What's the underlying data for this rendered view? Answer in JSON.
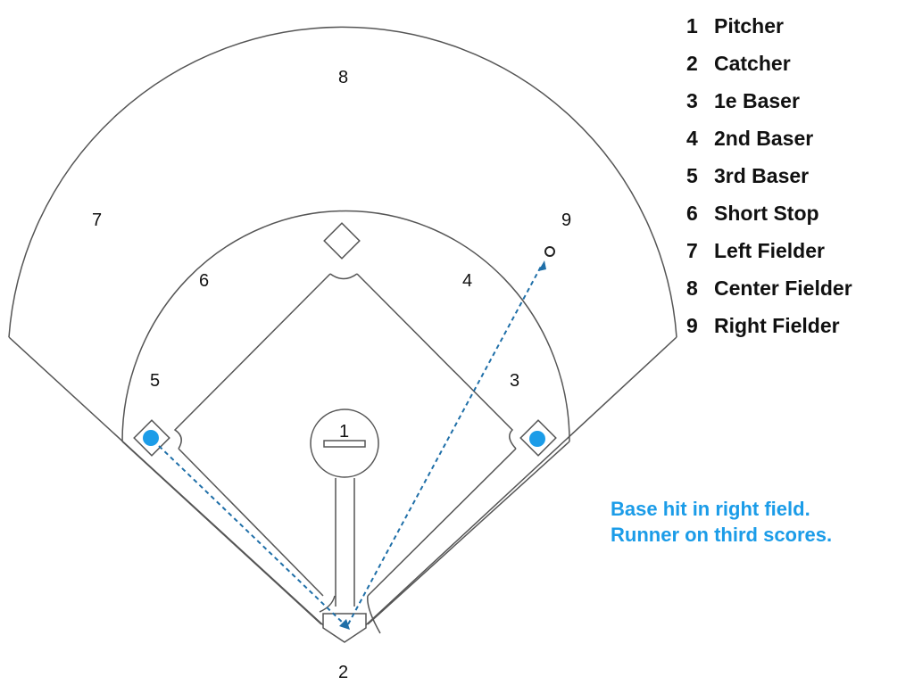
{
  "legend": [
    {
      "number": "1",
      "label": "Pitcher"
    },
    {
      "number": "2",
      "label": "Catcher"
    },
    {
      "number": "3",
      "label": "1e Baser"
    },
    {
      "number": "4",
      "label": "2nd Baser"
    },
    {
      "number": "5",
      "label": "3rd Baser"
    },
    {
      "number": "6",
      "label": "Short Stop"
    },
    {
      "number": "7",
      "label": "Left Fielder"
    },
    {
      "number": "8",
      "label": "Center Fielder"
    },
    {
      "number": "9",
      "label": "Right Fielder"
    }
  ],
  "field_numbers": {
    "pitcher": "1",
    "catcher": "2",
    "first_base": "3",
    "second_base": "4",
    "third_base": "5",
    "short_stop": "6",
    "left_field": "7",
    "center_field": "8",
    "right_field": "9"
  },
  "caption": {
    "line1": "Base hit in right field.",
    "line2": "Runner on third scores."
  },
  "colors": {
    "field_lines": "#555555",
    "runner": "#1b9ce8",
    "play_path": "#1f6fa8",
    "caption": "#1b9ce8"
  }
}
